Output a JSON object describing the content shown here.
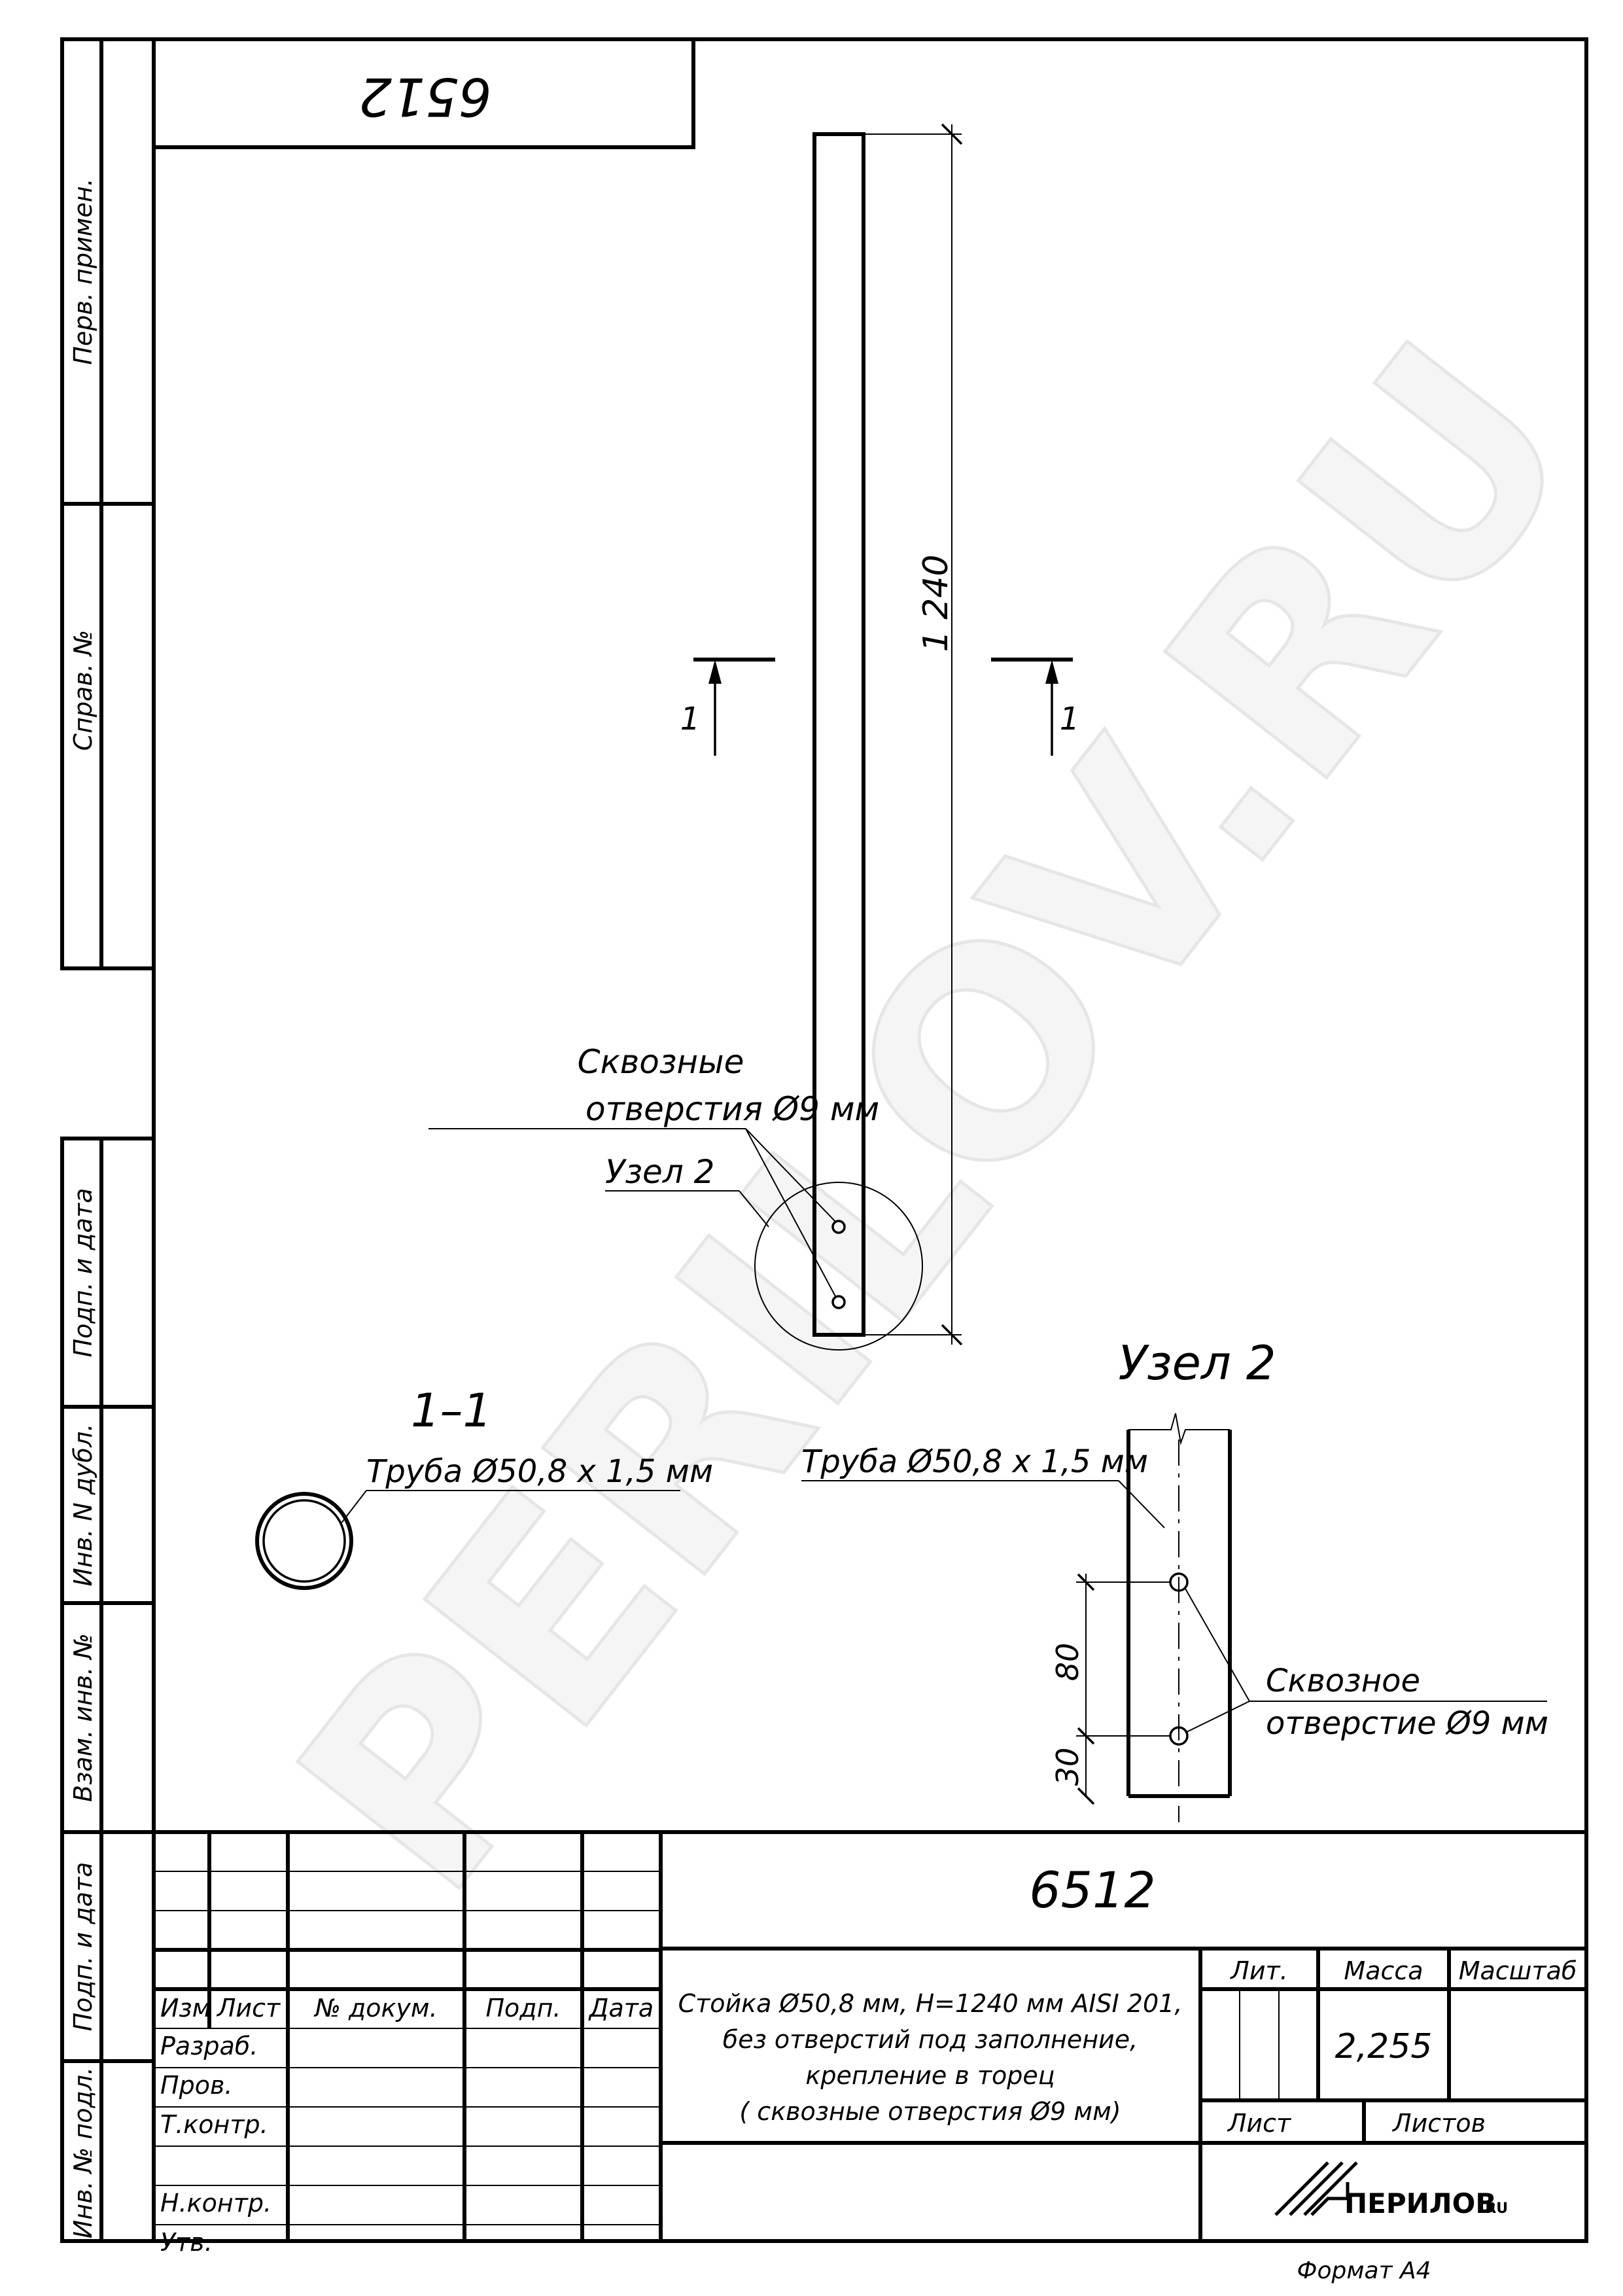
{
  "drawing": {
    "number": "6512",
    "number_rotated": "6512",
    "title_lines": [
      "Стойка  Ø50,8 мм,  H=1240 мм  AISI 201,",
      "без отверстий под заполнение,",
      "крепление в торец",
      "( сквозные отверстия  Ø9 мм)"
    ],
    "mass": "2,255",
    "format": "Формат А4"
  },
  "side_labels": [
    "Перв. примен.",
    "Справ. №",
    "Подп. и дата",
    "Инв. N дубл.",
    "Взам. инв. №",
    "Подп. и дата",
    "Инв. № подл."
  ],
  "revision_headers": {
    "izm": "Изм",
    "list": "Лист",
    "doc": "№ докум.",
    "sign": "Подп.",
    "date": "Дата"
  },
  "roles": [
    "Разраб.",
    "Пров.",
    "Т.контр.",
    "Н.контр.",
    "Утв."
  ],
  "info_headers": {
    "lit": "Лит.",
    "mass": "Масса",
    "scale": "Масштаб",
    "sheet": "Лист",
    "sheets": "Листов"
  },
  "logo": {
    "text": "ПЕРИЛОВ",
    "suffix": ".RU"
  },
  "watermark": "PERILOV.RU",
  "annotations": {
    "length_dim": "1 240",
    "section_mark": "1",
    "through_holes_line1": "Сквозные",
    "through_holes_line2": "отверстия  Ø9 мм",
    "node_callout": "Узел  2",
    "section_title": "1–1",
    "pipe_label": "Труба  Ø50,8 х 1,5 мм",
    "node_title": "Узел  2",
    "node_pipe_label": "Труба  Ø50,8 х 1,5 мм",
    "dim_80": "80",
    "dim_30": "30",
    "hole_line1": "Сквозное",
    "hole_line2": "отверстие  Ø9 мм"
  }
}
